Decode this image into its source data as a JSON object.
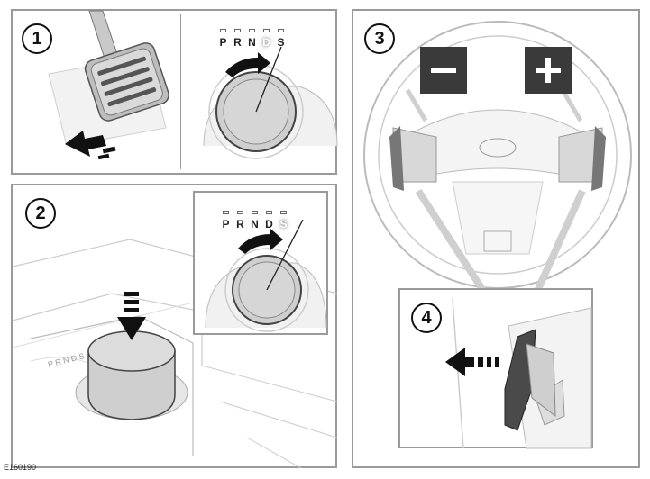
{
  "steps": [
    "1",
    "2",
    "3",
    "4"
  ],
  "gear_selector": {
    "positions": [
      "P",
      "R",
      "N",
      "D",
      "S"
    ],
    "panel1_active": "D",
    "panel2_active": "S"
  },
  "paddles": {
    "minus_icon": "minus-icon",
    "plus_icon": "plus-icon"
  },
  "colors": {
    "sign_bg": "#3a3a3a",
    "frame": "#9a9a9a"
  },
  "figure_code": "E160190"
}
